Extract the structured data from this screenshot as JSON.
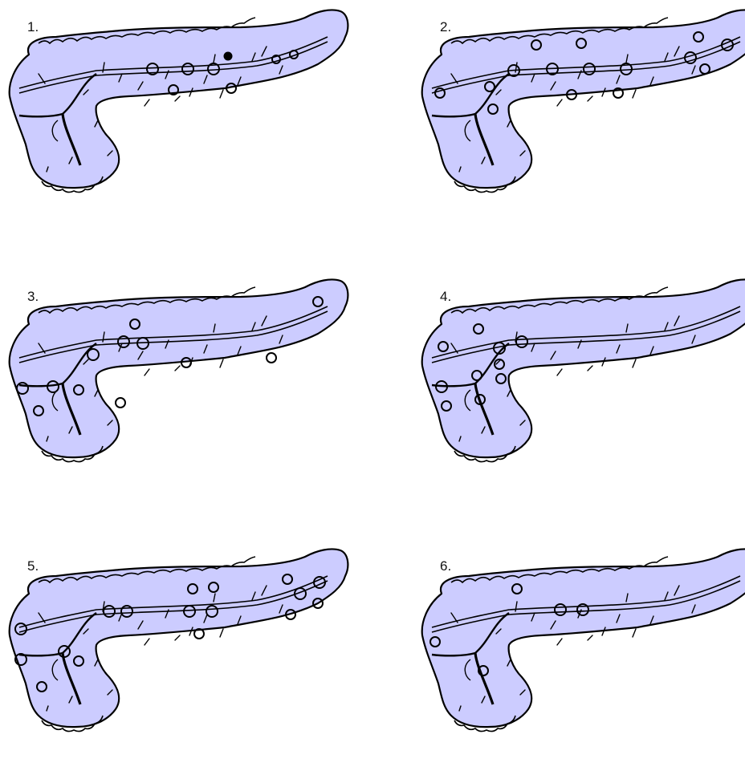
{
  "colors": {
    "organ_fill": "#ccccff",
    "outline": "#000000"
  },
  "panels": [
    {
      "label": "1."
    },
    {
      "label": "2."
    },
    {
      "label": "3."
    },
    {
      "label": "4."
    },
    {
      "label": "5."
    },
    {
      "label": "6."
    }
  ]
}
